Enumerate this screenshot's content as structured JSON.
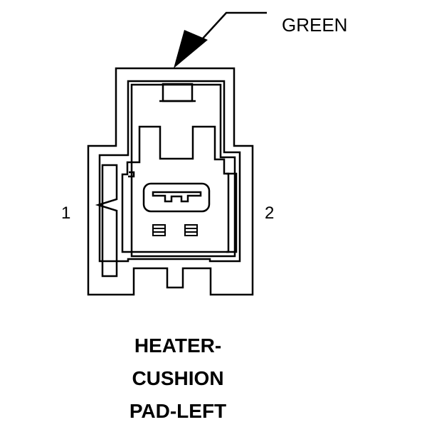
{
  "diagram": {
    "wire_color_label": "GREEN",
    "pins": [
      {
        "number": "1"
      },
      {
        "number": "2"
      }
    ],
    "caption_lines": [
      "HEATER-",
      "CUSHION",
      "PAD-LEFT"
    ],
    "line_color": "#000000",
    "background_color": "#ffffff"
  }
}
